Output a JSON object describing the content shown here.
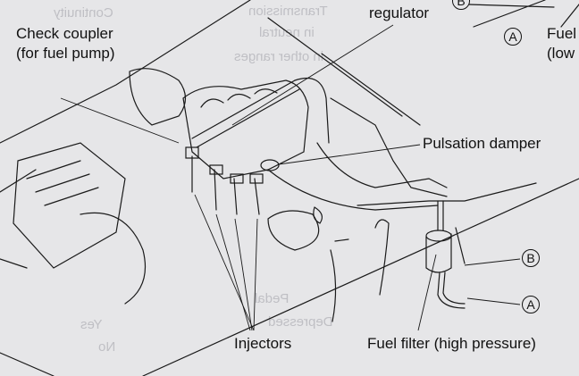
{
  "labels": {
    "regulator": "regulator",
    "check_coupler_line1": "Check coupler",
    "check_coupler_line2": "(for fuel pump)",
    "pulsation_damper": "Pulsation damper",
    "injectors": "Injectors",
    "fuel_filter": "Fuel filter (high pressure)",
    "fuel_low_line1": "Fuel",
    "fuel_low_line2": "(low"
  },
  "callouts": {
    "b_top": "B",
    "a_top": "A",
    "b_right": "B",
    "a_right": "A"
  },
  "bleed_through": {
    "t1": "Transmission",
    "t2": "in neutral",
    "t3": "in other ranges",
    "t4": "Continuity",
    "t5": "Pedal",
    "t6": "Depressed",
    "t7": "Yes",
    "t8": "No"
  },
  "colors": {
    "paper": "#e6e6e8",
    "ink": "#111111"
  }
}
